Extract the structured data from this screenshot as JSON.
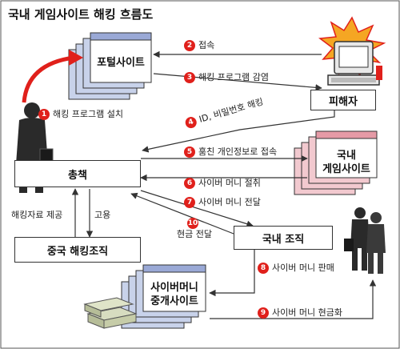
{
  "title": "국내 게임사이트 해킹 흐름도",
  "nodes": {
    "portal": "포털사이트",
    "victim": "피해자",
    "boss": "총책",
    "game_site_1": "국내",
    "game_site_2": "게임사이트",
    "domestic_org": "국내 조직",
    "china_org": "중국 해킹조직",
    "broker_1": "사이버머니",
    "broker_2": "중개사이트"
  },
  "steps": [
    {
      "num": "1",
      "label": "해킹 프로그램 설치"
    },
    {
      "num": "2",
      "label": "접속"
    },
    {
      "num": "3",
      "label": "해킹 프로그램 감염"
    },
    {
      "num": "4",
      "label": "ID, 비밀번호 해킹"
    },
    {
      "num": "5",
      "label": "훔친 개인정보로 접속"
    },
    {
      "num": "6",
      "label": "사이버 머니 절취"
    },
    {
      "num": "7",
      "label": "사이버 머니 전달"
    },
    {
      "num": "10",
      "label": "현금 전달"
    },
    {
      "num": "8",
      "label": "사이버 머니 판매"
    },
    {
      "num": "9",
      "label": "사이버 머니 현금화"
    }
  ],
  "side_labels": {
    "left": "해킹자료 제공",
    "right": "고용"
  },
  "icons": [
    "hacker-person-icon",
    "computer-burst-icon",
    "businessmen-icon",
    "cash-stack-icon"
  ],
  "colors": {
    "badge": "#e0201b",
    "portal_card": "#c8d2ea",
    "game_card": "#f2c9cf",
    "broker_card": "#c8d2ea"
  }
}
